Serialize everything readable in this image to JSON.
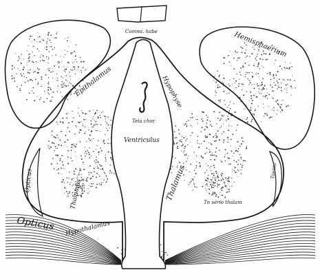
{
  "figure": {
    "ink_color": "#1a1a1a",
    "stipple_color": "#3a3a3a",
    "paper_color": "#fdfdfb",
    "labels": {
      "commissura": "Commi. habe",
      "hemisphaerium": "Hemisphaerium",
      "epithalamus": "Epithalamus",
      "hypophysis": "Hypophyse",
      "tela_chor": "Tela chor.",
      "ventriculus": "Ventriculus",
      "opticus_left": "Opticus",
      "thalamus_left": "Thalamus",
      "thalamus_right": "Thalamus",
      "inscrip_right": "Tn sério thalam",
      "tenia": "Taenia",
      "hypothalamus": "Hypothalamus",
      "opticus_bottom": "Opticus"
    }
  }
}
